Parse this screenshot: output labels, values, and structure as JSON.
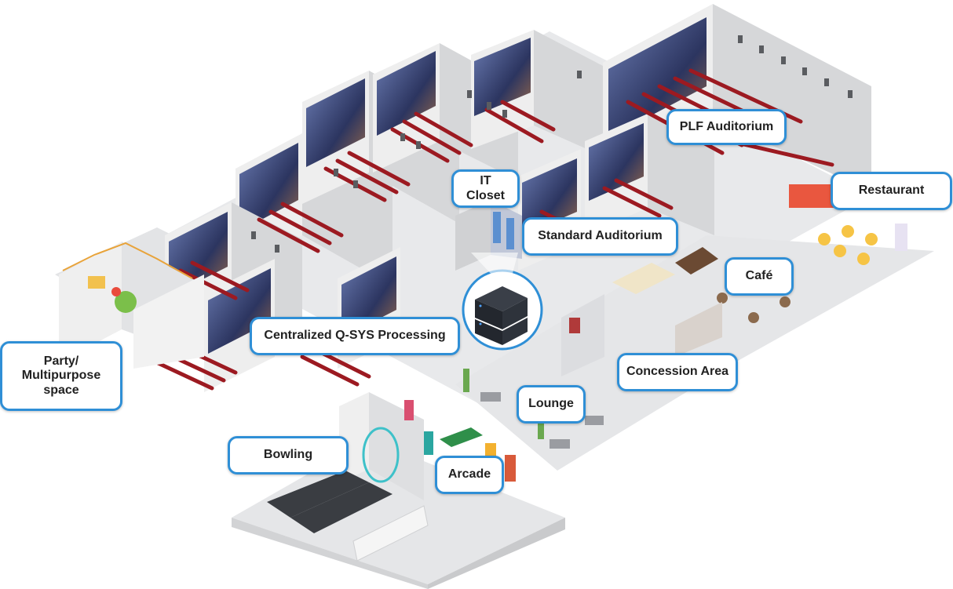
{
  "labels": {
    "plf_auditorium": "PLF Auditorium",
    "restaurant": "Restaurant",
    "it_closet": "IT Closet",
    "standard_auditorium": "Standard Auditorium",
    "cafe": "Café",
    "centralized_qsys": "Centralized Q-SYS Processing",
    "party_line1": "Party/",
    "party_line2": "Multipurpose",
    "party_line3": "space",
    "concession_area": "Concession Area",
    "lounge": "Lounge",
    "bowling": "Bowling",
    "arcade": "Arcade"
  },
  "colors": {
    "label_border": "#2f8fd6",
    "floor": "#e6e7e9",
    "wall": "#d9dadc",
    "seat": "#c8232c",
    "screen": "#3e4a7a",
    "processor": "#2b3038"
  }
}
